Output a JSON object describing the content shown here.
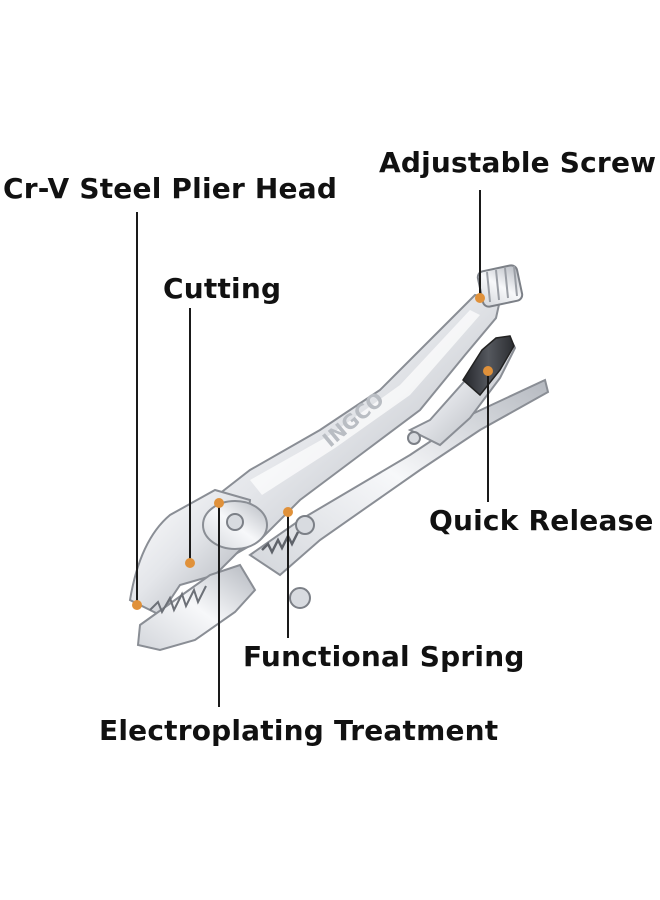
{
  "labels": {
    "head": "Cr-V Steel Plier Head",
    "cutting": "Cutting",
    "screw": "Adjustable Screw",
    "release": "Quick Release",
    "spring": "Functional Spring",
    "plating": "Electroplating Treatment"
  },
  "brand": {
    "logo_text": "INGCO"
  },
  "colors": {
    "marker": "#e0913a",
    "leader": "#1a1a1a",
    "text": "#111111",
    "steel_light": "#f4f5f7",
    "steel_mid": "#c9ccd1",
    "steel_dark": "#8a8e95",
    "grip": "#3a3c40"
  }
}
